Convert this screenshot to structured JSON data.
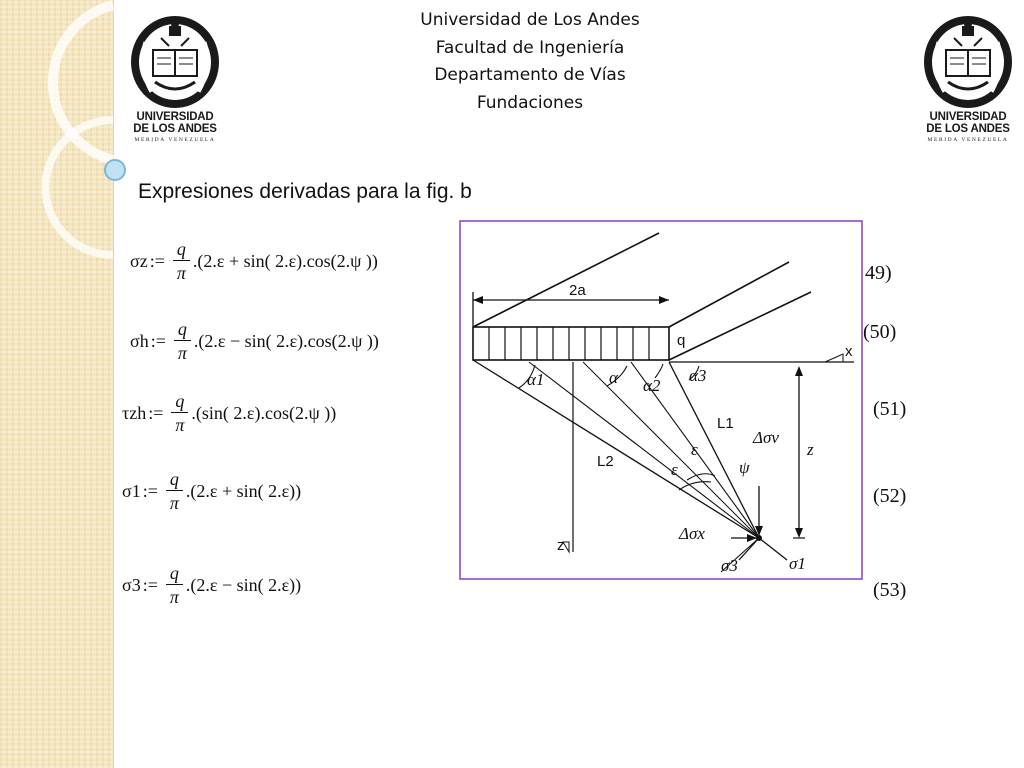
{
  "header": {
    "line1": "Universidad de Los Andes",
    "line2": "Facultad de Ingeniería",
    "line3": "Departamento de Vías",
    "line4": "Fundaciones"
  },
  "logo": {
    "line1": "UNIVERSIDAD",
    "line2": "DE LOS ANDES",
    "line3": "MERIDA VENEZUELA",
    "icon": "university-seal-icon"
  },
  "section_title": "Expresiones derivadas para la fig. b",
  "formulas": [
    {
      "lhs": "σz",
      "assign": ":=",
      "num": "q",
      "den": "π",
      "rest": ".(2.ε + sin( 2.ε).cos(2.ψ ))"
    },
    {
      "lhs": "σh",
      "assign": ":=",
      "num": "q",
      "den": "π",
      "rest": ".(2.ε − sin( 2.ε).cos(2.ψ ))"
    },
    {
      "lhs": "τzh",
      "assign": ":=",
      "num": "q",
      "den": "π",
      "rest": ".(sin( 2.ε).cos(2.ψ ))"
    },
    {
      "lhs": "σ1",
      "assign": ":=",
      "num": "q",
      "den": "π",
      "rest": ".(2.ε + sin( 2.ε))"
    },
    {
      "lhs": "σ3",
      "assign": ":=",
      "num": "q",
      "den": "π",
      "rest": ".(2.ε − sin( 2.ε))"
    }
  ],
  "equation_numbers": [
    "49)",
    "(50)",
    "(51)",
    "(52)",
    "(53)"
  ],
  "figure": {
    "labels": {
      "width": "2a",
      "load": "q",
      "x_axis": "x",
      "z_axis": "z",
      "depth": "z",
      "alpha1": "α1",
      "alpha": "α",
      "alpha2": "α2",
      "alpha3": "α3",
      "l1": "L1",
      "l2": "L2",
      "epsilon1": "ε",
      "epsilon2": "ε",
      "psi": "ψ",
      "delta_sigma_v": "Δσv",
      "delta_sigma_x": "Δσx",
      "sigma3": "σ3",
      "sigma1": "σ1"
    },
    "border_color": "#8a3fb8"
  }
}
